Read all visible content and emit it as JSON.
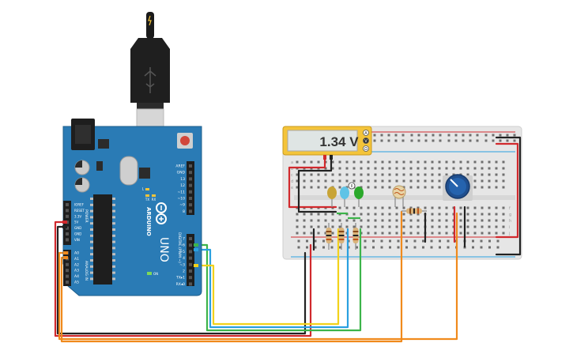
{
  "multimeter": {
    "reading": "1.34 V",
    "modes": [
      "A",
      "V",
      "Ω"
    ]
  },
  "arduino": {
    "brand": "ARDUINO",
    "model": "UNO",
    "on_label": "ON",
    "tx_label": "TX",
    "rx_label": "RX",
    "l_label": "L",
    "digital_header_title": "DIGITAL (PWM ~)",
    "digital_pins": [
      "AREF",
      "GND",
      "13",
      "12",
      "~11",
      "~10",
      "~9",
      "8",
      "7",
      "~6",
      "~5",
      "4",
      "~3",
      "2",
      "TX▸1",
      "RX◂0"
    ],
    "power_header_title": "POWER",
    "power_pins": [
      "IOREF",
      "RESET",
      "3.3V",
      "5V",
      "GND",
      "GND",
      "VIN"
    ],
    "analog_header_title": "ANALOG IN",
    "analog_pins": [
      "A0",
      "A1",
      "A2",
      "A3",
      "A4",
      "A5"
    ]
  },
  "breadboard": {
    "row_letters_top": [
      "a",
      "b",
      "c",
      "d",
      "e"
    ],
    "row_letters_bottom": [
      "f",
      "g",
      "h",
      "i",
      "j"
    ],
    "column_count": 30
  },
  "colors": {
    "board": "#2a7bb5",
    "wire_red": "#d1292d",
    "wire_black": "#222222",
    "wire_orange": "#f08a1c",
    "wire_yellow": "#f2d21b",
    "wire_blue": "#2aa0e0",
    "wire_green": "#3cb44a",
    "led_yellow": "#c8a436",
    "led_blue": "#5fc3e6",
    "led_green": "#2aa82a"
  }
}
